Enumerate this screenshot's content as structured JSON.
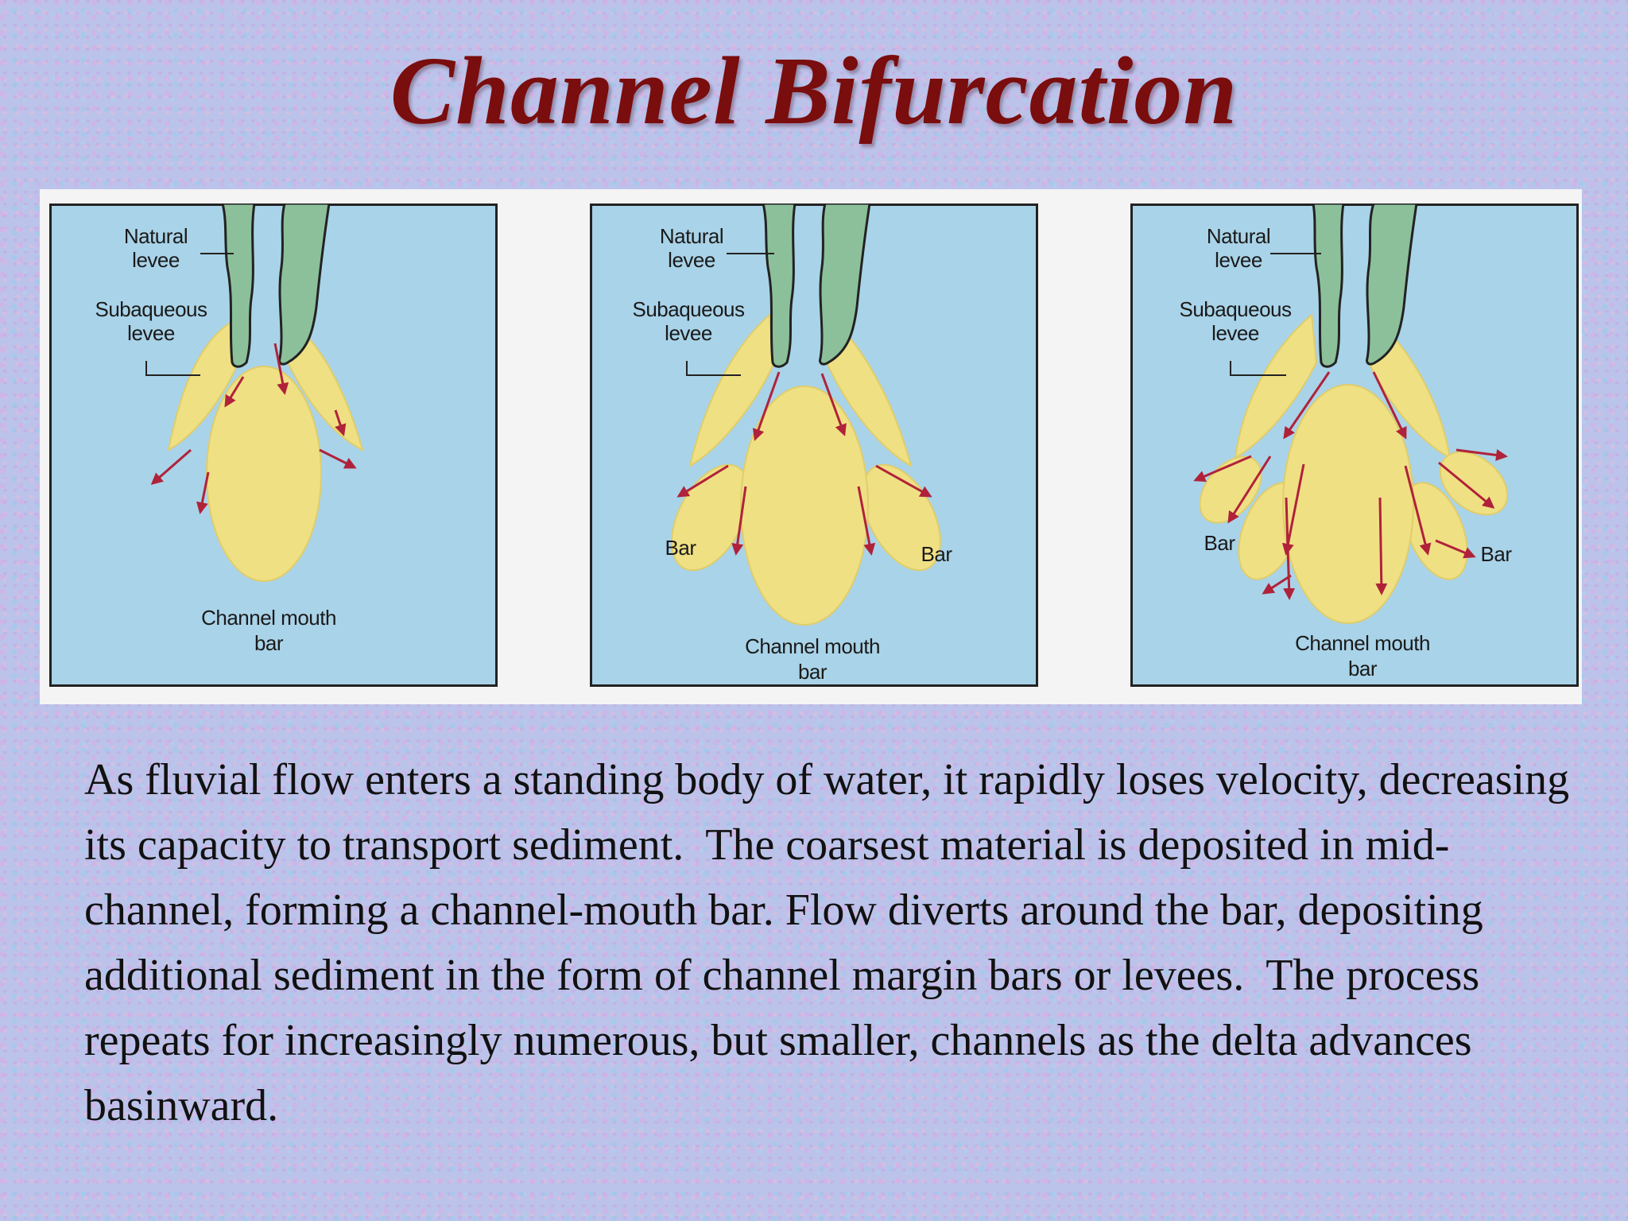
{
  "title": "Channel Bifurcation",
  "panels": [
    {
      "natural_levee": [
        "Natural",
        "levee"
      ],
      "subaqueous_levee": [
        "Subaqueous",
        "levee"
      ],
      "channel_mouth_bar": [
        "Channel mouth",
        "bar"
      ]
    },
    {
      "natural_levee": [
        "Natural",
        "levee"
      ],
      "subaqueous_levee": [
        "Subaqueous",
        "levee"
      ],
      "bar_left": "Bar",
      "bar_right": "Bar",
      "channel_mouth_bar": [
        "Channel mouth",
        "bar"
      ]
    },
    {
      "natural_levee": [
        "Natural",
        "levee"
      ],
      "subaqueous_levee": [
        "Subaqueous",
        "levee"
      ],
      "bar_left": "Bar",
      "bar_right": "Bar",
      "channel_mouth_bar": [
        "Channel mouth",
        "bar"
      ]
    }
  ],
  "body_text": "As fluvial flow enters a standing body of water, it rapidly loses velocity, decreasing its capacity to transport sediment.  The coarsest material is deposited in mid-channel, forming a channel-mouth bar. Flow diverts around the bar, depositing additional sediment in the form of channel margin bars or levees.  The process repeats for increasingly numerous, but smaller, channels as the delta advances basinward.",
  "colors": {
    "title": "#7a0d0d",
    "water": "#a9d3e8",
    "levee": "#8cc09a",
    "sediment": "#f0e084",
    "flow_arrow": "#b0223a"
  }
}
